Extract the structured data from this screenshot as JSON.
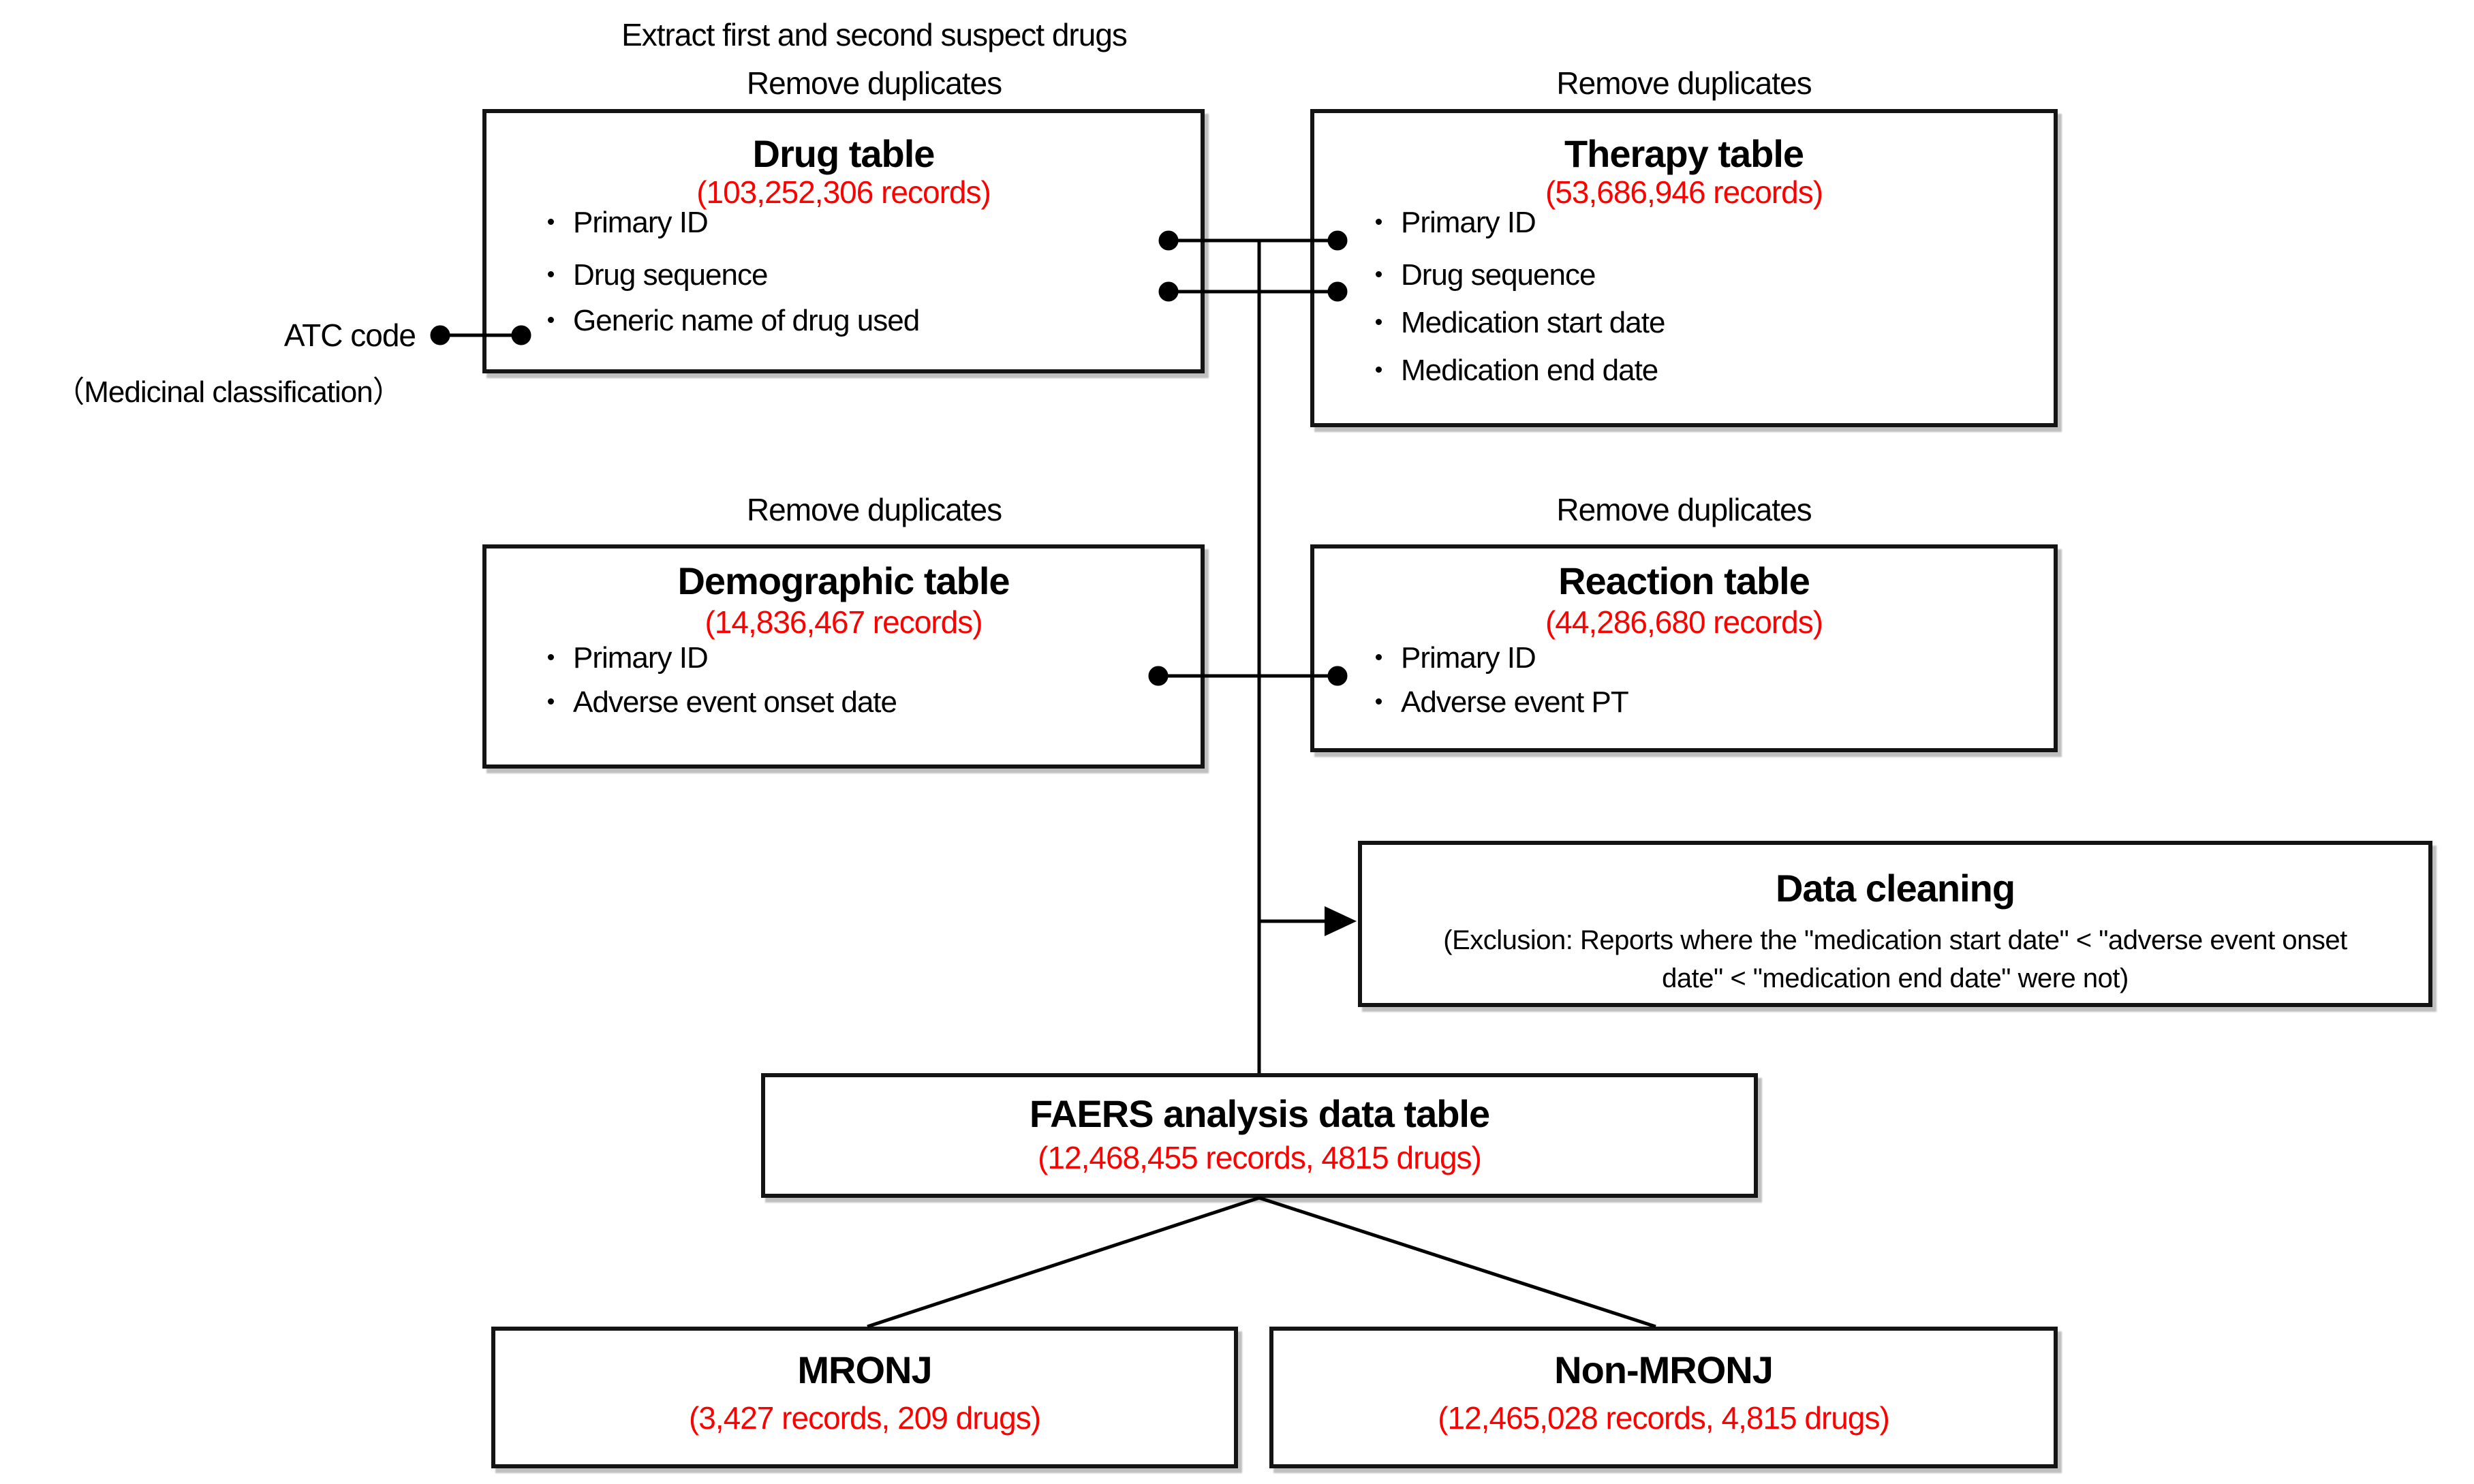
{
  "labels": {
    "extract": "Extract first and second suspect drugs",
    "remove_duplicates": "Remove duplicates",
    "atc_code": "ATC code",
    "atc_classification": "（Medicinal classification）"
  },
  "colors": {
    "record_red": "#FF0000",
    "line_black": "#000000"
  },
  "boxes": {
    "drug": {
      "title": "Drug table",
      "records": "(103,252,306 records)",
      "fields": [
        "Primary ID",
        "Drug sequence",
        "Generic name of drug used"
      ]
    },
    "therapy": {
      "title": "Therapy table",
      "records": "(53,686,946 records)",
      "fields": [
        "Primary ID",
        "Drug sequence",
        "Medication start date",
        "Medication end date"
      ]
    },
    "demographic": {
      "title": "Demographic table",
      "records": "(14,836,467 records)",
      "fields": [
        "Primary ID",
        "Adverse event onset date"
      ]
    },
    "reaction": {
      "title": "Reaction table",
      "records": "(44,286,680 records)",
      "fields": [
        "Primary ID",
        "Adverse event PT"
      ]
    },
    "cleaning": {
      "title": "Data cleaning",
      "body": "(Exclusion: Reports where the \"medication start date\" < \"adverse event onset date\" < \"medication end date\" were not)"
    },
    "faers": {
      "title": "FAERS analysis data table",
      "records": "(12,468,455 records, 4815 drugs)"
    },
    "mronj": {
      "title": "MRONJ",
      "records": "(3,427 records, 209 drugs)"
    },
    "non_mronj": {
      "title": "Non-MRONJ",
      "records": "(12,465,028 records, 4,815 drugs)"
    }
  }
}
